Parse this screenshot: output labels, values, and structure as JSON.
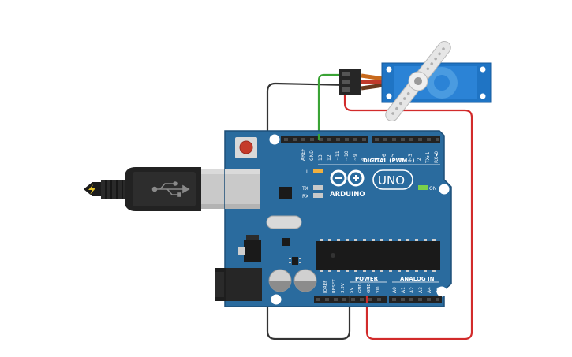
{
  "board": {
    "logo_text": "ARDUINO",
    "model_text": "UNO",
    "digital_header": "DIGITAL (PWM~)",
    "power_header": "POWER",
    "analog_header": "ANALOG IN",
    "on_label": "ON",
    "led_l_label": "L",
    "tx_label": "TX",
    "rx_label": "RX",
    "digital_pins": [
      "AREF",
      "GND",
      "13",
      "12",
      "~11",
      "~10",
      "~9",
      "8",
      "7",
      "~6",
      "~5",
      "4",
      "~3",
      "2",
      "TX▸1",
      "RX◂0"
    ],
    "power_pins": [
      "IOREF",
      "RESET",
      "3.3V",
      "5V",
      "GND",
      "GND",
      "Vin"
    ],
    "analog_pins": [
      "A0",
      "A1",
      "A2",
      "A3",
      "A4",
      "A5"
    ]
  },
  "colors": {
    "board_blue": "#2a6b9e",
    "board_edge": "#1d4f78",
    "wire_green": "#3aa335",
    "wire_red": "#d22b2b",
    "wire_black": "#333333",
    "servo_blue": "#1f74c4"
  },
  "icons": {
    "usb": "usb-icon",
    "plug": "power-plug-icon"
  }
}
